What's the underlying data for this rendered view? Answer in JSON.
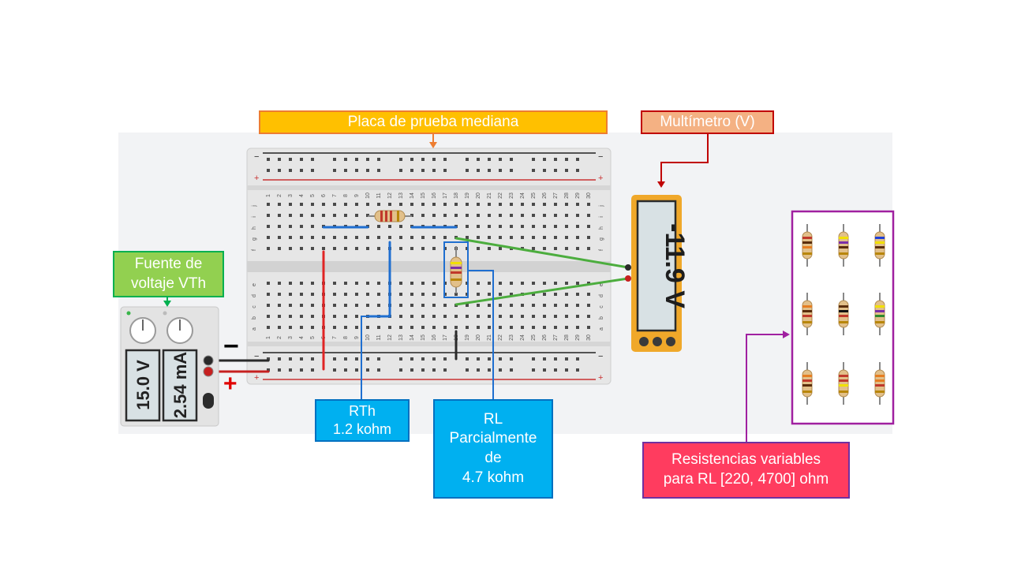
{
  "labels": {
    "breadboard": "Placa de prueba mediana",
    "multimeter": "Multímetro (V)",
    "source": [
      "Fuente de",
      "voltaje VTh"
    ],
    "rth": [
      "RTh",
      "1.2 kohm"
    ],
    "rl": [
      "RL",
      "Parcialmente",
      "de",
      "4.7 kohm"
    ],
    "resistors": [
      "Resistencias variables",
      "para RL [220, 4700] ohm"
    ]
  },
  "multimeter": {
    "reading": "-11.9 V"
  },
  "power_supply": {
    "voltage": "15.0 V",
    "current": "2.54 mA",
    "minus": "−",
    "plus": "+"
  },
  "breadboard": {
    "column_count": 30,
    "row_letters_top": [
      "j",
      "i",
      "h",
      "g",
      "f"
    ],
    "row_letters_bottom": [
      "e",
      "d",
      "c",
      "b",
      "a"
    ]
  },
  "colors": {
    "red_wire": "#e02424",
    "blue_wire": "#1f6fd0",
    "green_wire": "#4cad3e",
    "black_wire": "#2a2a2a",
    "multimeter_body": "#f0a82a",
    "resistor_box": "#a020a0"
  },
  "resistor_bands": [
    [
      "#c0392b",
      "#5a2d0c",
      "#e67e22"
    ],
    [
      "#f1e000",
      "#7b2fa8",
      "#5a2d0c"
    ],
    [
      "#1f3fd8",
      "#f1e000",
      "#5a2d0c"
    ],
    [
      "#e67e22",
      "#5a2d0c",
      "#c0392b"
    ],
    [
      "#5a2d0c",
      "#111111",
      "#c0392b"
    ],
    [
      "#f1e000",
      "#7b2fa8",
      "#2e8b2e"
    ],
    [
      "#e67e22",
      "#c0392b",
      "#5a2d0c"
    ],
    [
      "#c0392b",
      "#c0392b",
      "#f1e000"
    ],
    [
      "#e67e22",
      "#e67e22",
      "#c0392b"
    ]
  ]
}
